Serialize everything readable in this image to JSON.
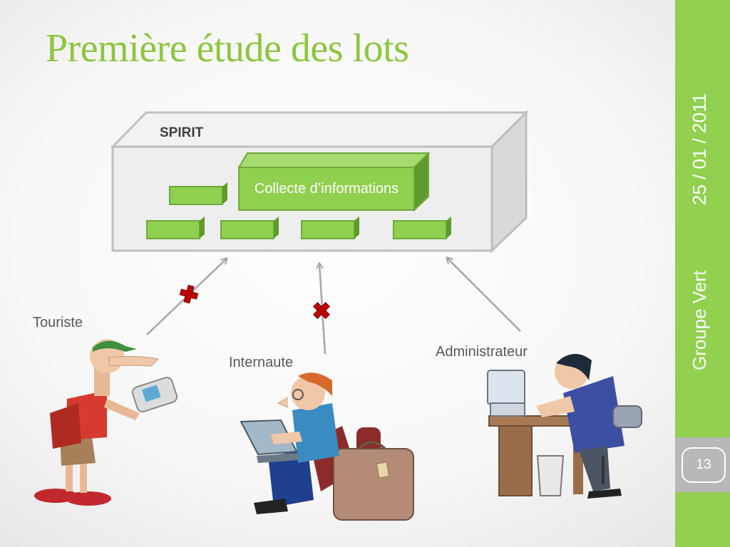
{
  "slide": {
    "title": "Première étude des lots",
    "date": "25 / 01 / 2011",
    "group": "Groupe Vert",
    "page_number": "13"
  },
  "system": {
    "name": "SPIRIT",
    "main_module": "Collecte d’informations"
  },
  "actors": {
    "tourist": "Touriste",
    "internet_user": "Internaute",
    "administrator": "Administrateur"
  },
  "colors": {
    "accent": "#92d050",
    "title": "#8dc63f",
    "module_fill": "#8fd14f",
    "blocked_mark": "#c00000"
  }
}
